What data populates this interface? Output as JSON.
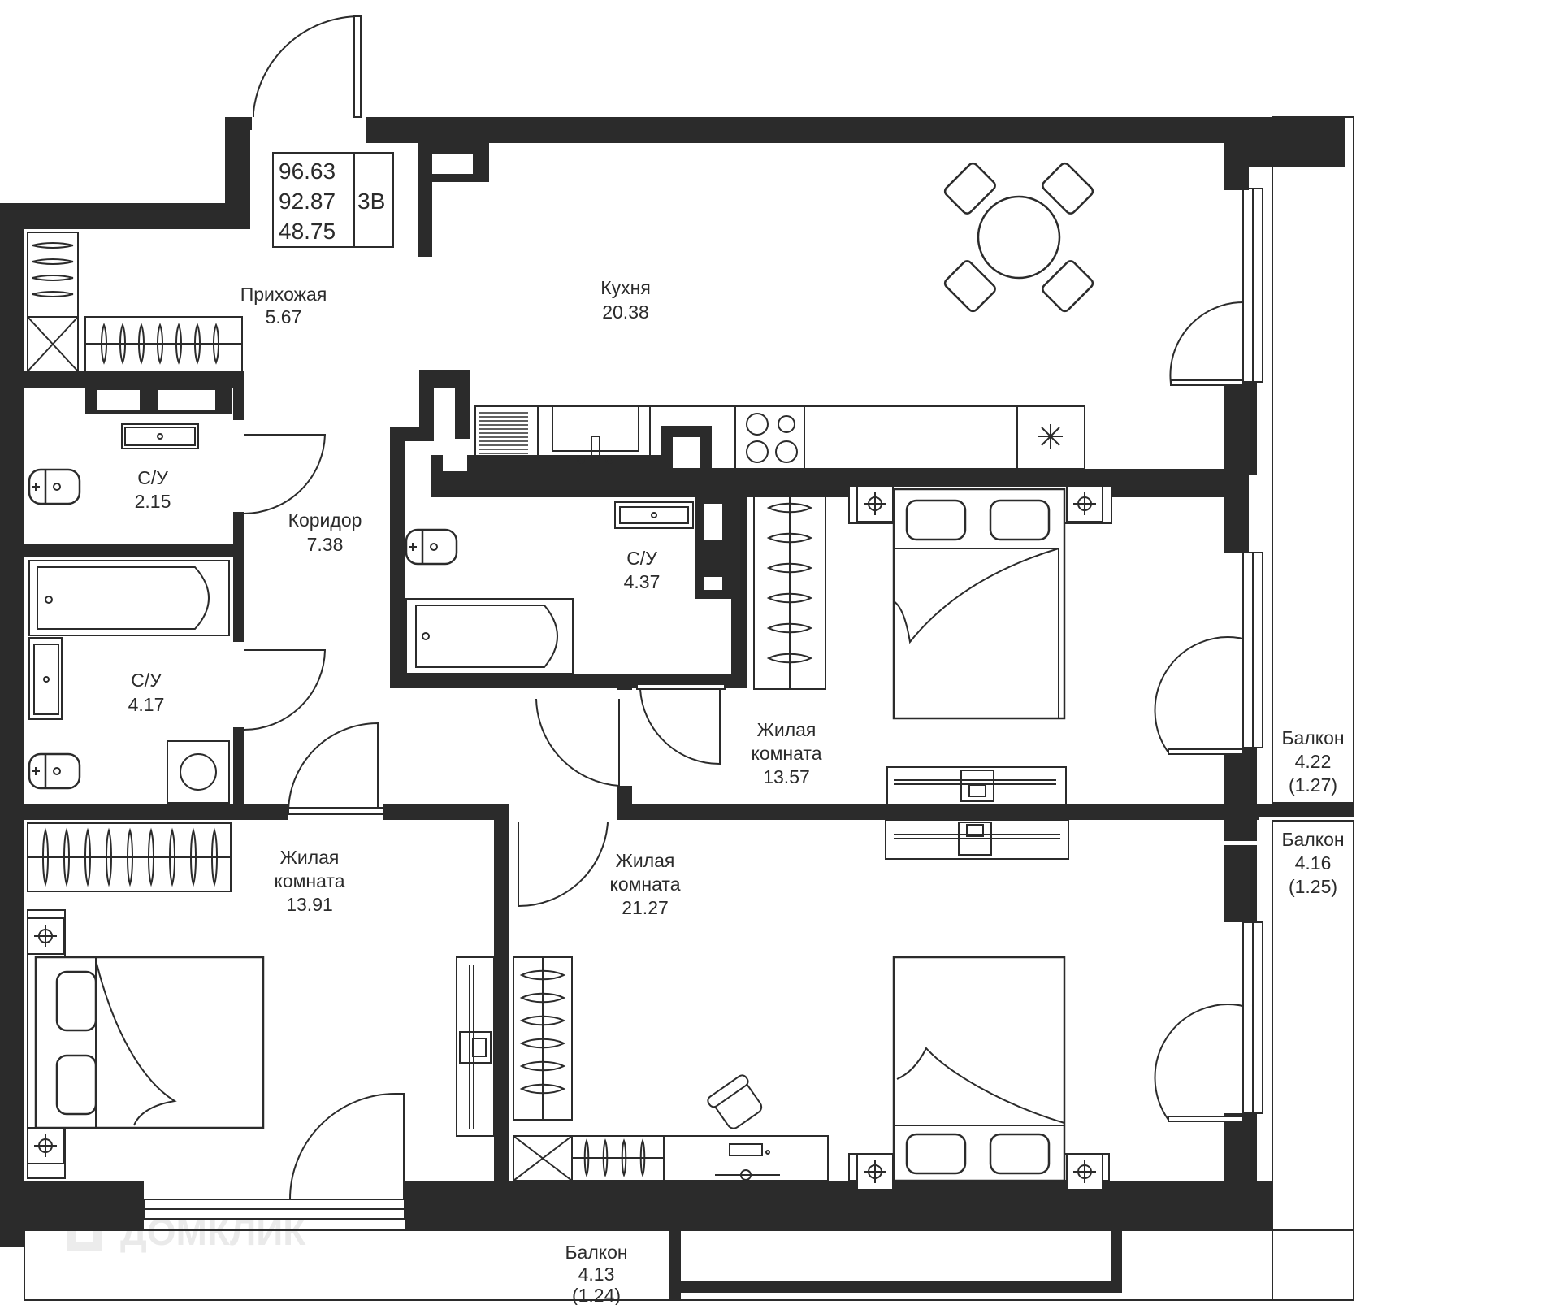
{
  "summary": {
    "total_area": "96.63",
    "area_without_balconies": "92.87",
    "living_area": "48.75",
    "apartment_type": "3В"
  },
  "rooms": [
    {
      "name": "Прихожая",
      "area": "5.67"
    },
    {
      "name": "Кухня",
      "area": "20.38"
    },
    {
      "name": "С/У",
      "area": "2.15"
    },
    {
      "name": "Коридор",
      "area": "7.38"
    },
    {
      "name": "С/У",
      "area": "4.37"
    },
    {
      "name": "С/У",
      "area": "4.17"
    },
    {
      "name_line1": "Жилая",
      "name_line2": "комната",
      "area": "13.57"
    },
    {
      "name_line1": "Жилая",
      "name_line2": "комната",
      "area": "13.91"
    },
    {
      "name_line1": "Жилая",
      "name_line2": "комната",
      "area": "21.27"
    }
  ],
  "balconies": [
    {
      "name": "Балкон",
      "area": "4.22",
      "reduced_area": "(1.27)"
    },
    {
      "name": "Балкон",
      "area": "4.16",
      "reduced_area": "(1.25)"
    },
    {
      "name": "Балкон",
      "area": "4.13",
      "reduced_area": "(1.24)"
    }
  ],
  "watermark": {
    "text": "ДОМКЛИК"
  },
  "colors": {
    "wall": "#2b2b2b",
    "line": "#2b2b2b",
    "background": "#ffffff",
    "watermark": "#e6e6e6"
  }
}
